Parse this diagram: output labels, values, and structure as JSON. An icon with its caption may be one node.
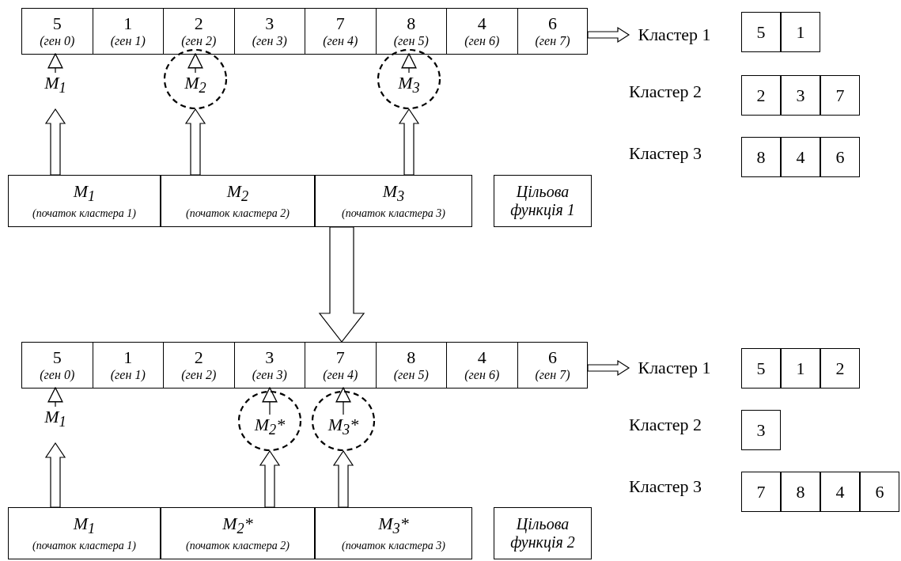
{
  "diagram": {
    "nodes": [
      {
        "text": [],
        "shape": "box"
      },
      {
        "text": [
          "5",
          "(ген 0)"
        ],
        "in": 0
      },
      {
        "text": [
          "1",
          "(ген 1)"
        ],
        "in": 0
      },
      {
        "text": [
          "2",
          "(ген 2)"
        ],
        "in": 0
      },
      {
        "text": [
          "3",
          "(ген 3)"
        ],
        "in": 0
      },
      {
        "text": [
          "7",
          "(ген 4)"
        ],
        "in": 0
      },
      {
        "text": [
          "8",
          "(ген 5)"
        ],
        "in": 0
      },
      {
        "text": [
          "4",
          "(ген 6)"
        ],
        "in": 0
      },
      {
        "text": [
          "6",
          "(ген 7)"
        ],
        "in": 0
      },
      {
        "text": [
          "M$_{1}$"
        ]
      },
      {
        "text": [],
        "shape": "circle"
      },
      {
        "text": [
          "M$_{2}$"
        ],
        "in": 10
      },
      {
        "text": [],
        "shape": "circle"
      },
      {
        "text": [
          "M$_{3}$"
        ],
        "in": 12
      },
      {
        "text": [
          "M$_{1}$",
          "(початок кластера 1)"
        ]
      },
      {
        "text": [
          "M$_{2}$",
          "(початок кластера 2)"
        ]
      },
      {
        "text": [
          "M$_{3}$",
          "(початок кластера 3)"
        ]
      },
      {
        "text": [
          "Цільова функція 1"
        ]
      },
      {
        "text": [
          "Кластер 1"
        ]
      },
      {
        "text": [
          "5"
        ]
      },
      {
        "text": [
          "1"
        ]
      },
      {
        "text": [
          "2"
        ]
      },
      {
        "text": [
          "3"
        ]
      },
      {
        "text": [
          "7"
        ]
      },
      {
        "text": [
          "8"
        ]
      },
      {
        "text": [
          "4"
        ]
      },
      {
        "text": [
          "6"
        ]
      },
      {
        "text": [],
        "shape": "box"
      },
      {
        "text": [
          "5",
          "(ген 0)"
        ],
        "in": 27
      },
      {
        "text": [
          "1",
          "(ген 1)"
        ],
        "in": 27
      },
      {
        "text": [
          "2",
          "(ген 2)"
        ],
        "in": 27
      },
      {
        "text": [
          "3",
          "(ген 3)"
        ],
        "in": 27
      },
      {
        "text": [
          "7",
          "(ген 4)"
        ],
        "in": 27
      },
      {
        "text": [
          "8",
          "(ген 5)"
        ],
        "in": 27
      },
      {
        "text": [
          "4",
          "(ген 6)"
        ],
        "in": 27
      },
      {
        "text": [
          "6",
          "(ген 7)"
        ],
        "in": 27
      },
      {
        "text": [
          "M$_{1}$"
        ]
      },
      {
        "text": [],
        "shape": "circle"
      },
      {
        "text": [
          "M$_{2}$*"
        ],
        "in": 37
      },
      {
        "text": [],
        "shape": "circle"
      },
      {
        "text": [
          "M$_{3}$*"
        ],
        "in": 39
      },
      {
        "text": [
          "M$_{1}$",
          "(початок кластера 1)"
        ]
      },
      {
        "text": [
          "M$_{2}$*",
          "(початок кластера 2)"
        ]
      },
      {
        "text": [
          "M$_{3}$*",
          "(початок кластера 3)"
        ]
      },
      {
        "text": [
          "Цільова функція 2"
        ]
      },
      {
        "text": [
          "Кластер 1"
        ]
      },
      {
        "text": [
          "5"
        ]
      },
      {
        "text": [
          "1"
        ]
      },
      {
        "text": [
          "2"
        ]
      },
      {
        "text": [
          "3"
        ]
      },
      {
        "text": [
          "7"
        ]
      },
      {
        "text": [
          "8"
        ]
      },
      {
        "text": [
          "4"
        ]
      },
      {
        "text": [
          "6"
        ]
      }
    ],
    "edges": [
      {
        "from": 9,
        "to": 1,
        "arrow": "to"
      },
      {
        "from": 11,
        "to": 3,
        "arrow": "to"
      },
      {
        "from": 13,
        "to": 6,
        "arrow": "to"
      },
      {
        "from": 14,
        "to": 9,
        "arrow": "to",
        "style": "thick"
      },
      {
        "from": 15,
        "to": 10,
        "arrow": "to",
        "style": "thick"
      },
      {
        "from": 16,
        "to": 12,
        "arrow": "to",
        "style": "thick"
      },
      {
        "from": 0,
        "to": 18,
        "arrow": "to",
        "style": "thick"
      },
      {
        "from": 16,
        "to": 27,
        "arrow": "to",
        "style": "thick"
      },
      {
        "from": 36,
        "to": 28,
        "arrow": "to"
      },
      {
        "from": 38,
        "to": 31,
        "arrow": "to"
      },
      {
        "from": 40,
        "to": 32,
        "arrow": "to"
      },
      {
        "from": 41,
        "to": 36,
        "arrow": "to",
        "style": "thick"
      },
      {
        "from": 42,
        "to": 37,
        "arrow": "to",
        "style": "thick"
      },
      {
        "from": 43,
        "to": 39,
        "arrow": "to",
        "style": "thick"
      },
      {
        "from": 27,
        "to": 45,
        "arrow": "to",
        "style": "thick"
      }
    ],
    "labels": [
      "Кластер 2",
      "Кластер 3",
      "Кластер 2",
      "Кластер 3"
    ]
  }
}
